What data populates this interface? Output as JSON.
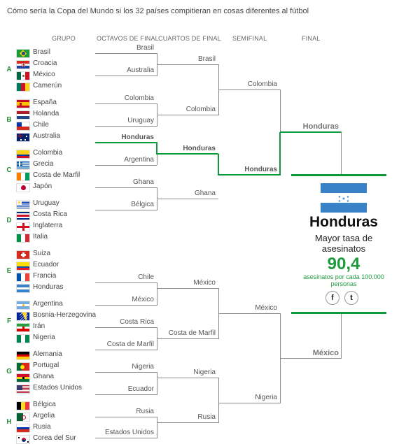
{
  "title": "Cómo sería la Copa del Mundo si los 32 países compitieran en cosas diferentes al fútbol",
  "headers": {
    "grupo": "GRUPO",
    "octavos": "OCTAVOS DE FINAL",
    "cuartos": "CUARTOS DE FINAL",
    "semifinal": "SEMIFINAL",
    "final": "FINAL"
  },
  "groups": [
    {
      "letter": "A",
      "teams": [
        {
          "name": "Brasil",
          "flag": "brazil-flag"
        },
        {
          "name": "Croacia",
          "flag": "croatia-flag"
        },
        {
          "name": "México",
          "flag": "mexico-flag"
        },
        {
          "name": "Camerún",
          "flag": "cameroon-flag"
        }
      ]
    },
    {
      "letter": "B",
      "teams": [
        {
          "name": "España",
          "flag": "spain-flag"
        },
        {
          "name": "Holanda",
          "flag": "netherlands-flag"
        },
        {
          "name": "Chile",
          "flag": "chile-flag"
        },
        {
          "name": "Australia",
          "flag": "australia-flag"
        }
      ]
    },
    {
      "letter": "C",
      "teams": [
        {
          "name": "Colombia",
          "flag": "colombia-flag"
        },
        {
          "name": "Grecia",
          "flag": "greece-flag"
        },
        {
          "name": "Costa de Marfil",
          "flag": "ivory-coast-flag"
        },
        {
          "name": "Japón",
          "flag": "japan-flag"
        }
      ]
    },
    {
      "letter": "D",
      "teams": [
        {
          "name": "Uruguay",
          "flag": "uruguay-flag"
        },
        {
          "name": "Costa Rica",
          "flag": "costa-rica-flag"
        },
        {
          "name": "Inglaterra",
          "flag": "england-flag"
        },
        {
          "name": "Italia",
          "flag": "italy-flag"
        }
      ]
    },
    {
      "letter": "E",
      "teams": [
        {
          "name": "Suiza",
          "flag": "switzerland-flag"
        },
        {
          "name": "Ecuador",
          "flag": "ecuador-flag"
        },
        {
          "name": "Francia",
          "flag": "france-flag"
        },
        {
          "name": "Honduras",
          "flag": "honduras-flag"
        }
      ]
    },
    {
      "letter": "F",
      "teams": [
        {
          "name": "Argentina",
          "flag": "argentina-flag"
        },
        {
          "name": "Bosnia-Herzegovina",
          "flag": "bosnia-flag"
        },
        {
          "name": "Irán",
          "flag": "iran-flag"
        },
        {
          "name": "Nigeria",
          "flag": "nigeria-flag"
        }
      ]
    },
    {
      "letter": "G",
      "teams": [
        {
          "name": "Alemania",
          "flag": "germany-flag"
        },
        {
          "name": "Portugal",
          "flag": "portugal-flag"
        },
        {
          "name": "Ghana",
          "flag": "ghana-flag"
        },
        {
          "name": "Estados Unidos",
          "flag": "usa-flag"
        }
      ]
    },
    {
      "letter": "H",
      "teams": [
        {
          "name": "Bélgica",
          "flag": "belgium-flag"
        },
        {
          "name": "Argelia",
          "flag": "algeria-flag"
        },
        {
          "name": "Rusia",
          "flag": "russia-flag"
        },
        {
          "name": "Corea del Sur",
          "flag": "south-korea-flag"
        }
      ]
    }
  ],
  "octavos": [
    "Brasil",
    "Australia",
    "Colombia",
    "Uruguay",
    "Honduras",
    "Argentina",
    "Ghana",
    "Bélgica",
    "Chile",
    "México",
    "Costa Rica",
    "Costa de Marfil",
    "Nigeria",
    "Ecuador",
    "Rusia",
    "Estados Unidos"
  ],
  "cuartos": [
    "Brasil",
    "Colombia",
    "Honduras",
    "Ghana",
    "México",
    "Costa de Marfil",
    "Nigeria",
    "Rusia"
  ],
  "semifinal": [
    "Colombia",
    "Honduras",
    "México",
    "Nigeria"
  ],
  "final": [
    "Honduras",
    "México"
  ],
  "winner": {
    "name": "Honduras",
    "category": "Mayor tasa de asesinatos",
    "value": "90,4",
    "unit": "asesinatos por cada 100.000 personas",
    "share": [
      "f",
      "t"
    ]
  },
  "colors": {
    "accent": "#0a9a3a",
    "value": "#1d9a3d",
    "bracket": "#8a8a8a"
  }
}
